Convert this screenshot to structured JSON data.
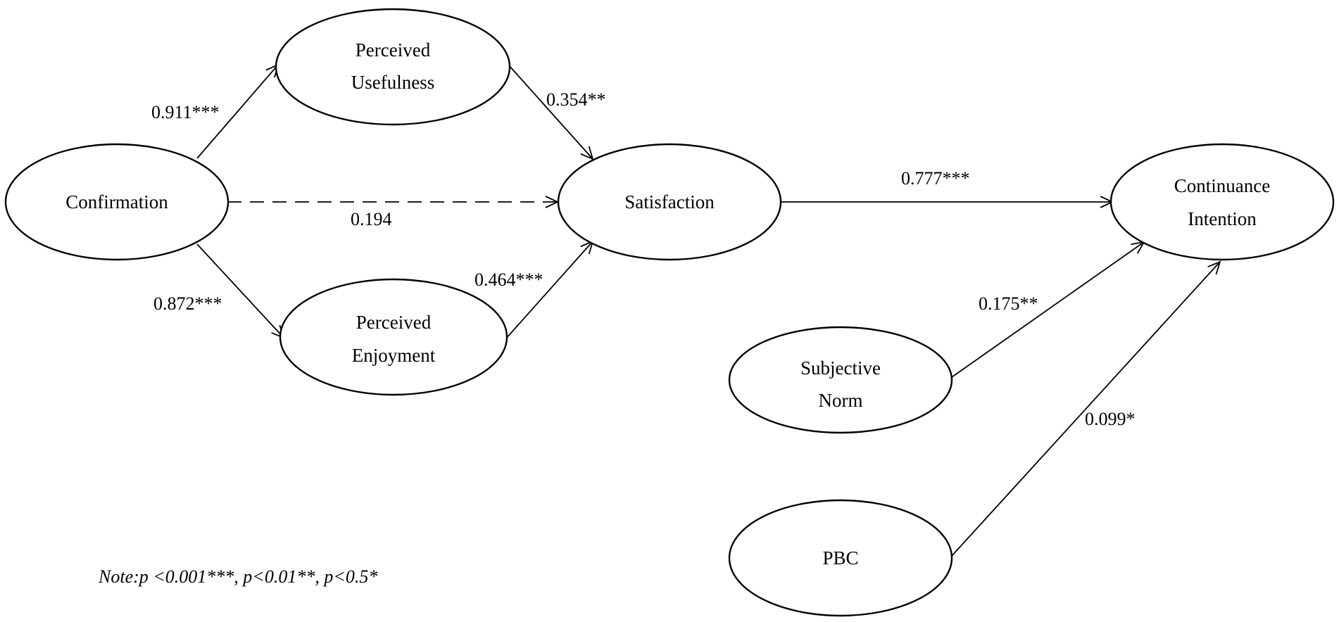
{
  "nodes": {
    "perceived_usefulness": [
      "Perceived",
      "Usefulness"
    ],
    "confirmation": [
      "Confirmation"
    ],
    "satisfaction": [
      "Satisfaction"
    ],
    "continuance_intention": [
      "Continuance",
      "Intention"
    ],
    "perceived_enjoyment": [
      "Perceived",
      "Enjoyment"
    ],
    "subjective_norm": [
      "Subjective",
      "Norm"
    ],
    "pbc": [
      "PBC"
    ]
  },
  "edges": {
    "confirmation_to_usefulness": "0.911***",
    "usefulness_to_satisfaction": "0.354**",
    "confirmation_to_satisfaction": "0.194",
    "confirmation_to_enjoyment": "0.872***",
    "enjoyment_to_satisfaction": "0.464***",
    "satisfaction_to_continuance": "0.777***",
    "subjective_norm_to_continuance": "0.175**",
    "pbc_to_continuance": "0.099*"
  },
  "note": "Note:p <0.001***, p<0.01**, p<0.5*"
}
